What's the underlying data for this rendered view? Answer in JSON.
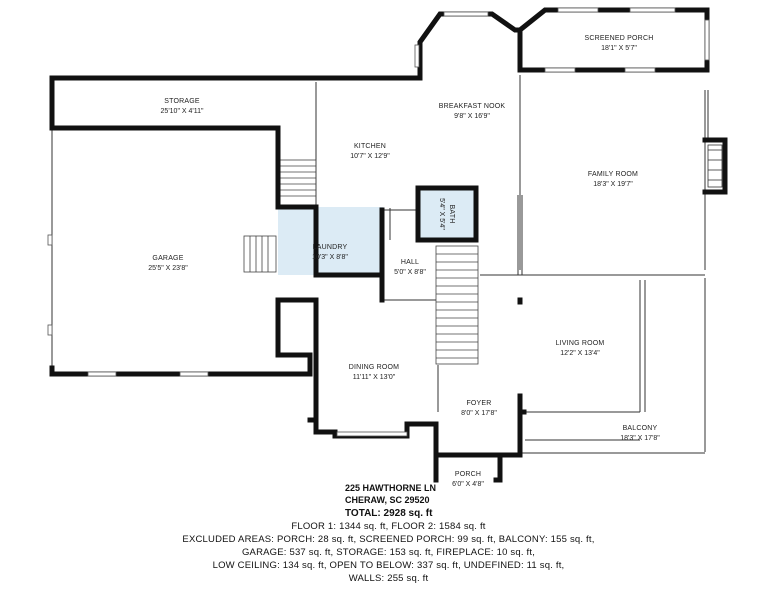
{
  "rooms": {
    "storage": {
      "name": "STORAGE",
      "dim": "25'10\" X 4'11\""
    },
    "garage": {
      "name": "GARAGE",
      "dim": "25'5\" X 23'8\""
    },
    "kitchen": {
      "name": "KITCHEN",
      "dim": "10'7\" X 12'9\""
    },
    "breakfast": {
      "name": "BREAKFAST NOOK",
      "dim": "9'8\" X 16'9\""
    },
    "screened": {
      "name": "SCREENED PORCH",
      "dim": "18'1\" X 5'7\""
    },
    "family": {
      "name": "FAMILY ROOM",
      "dim": "18'3\" X 19'7\""
    },
    "bath": {
      "name": "BATH",
      "dim": "5'4\" X 5'4\""
    },
    "laundry": {
      "name": "LAUNDRY",
      "dim": "10'3\" X 8'8\""
    },
    "hall": {
      "name": "HALL",
      "dim": "5'0\" X 8'8\""
    },
    "living": {
      "name": "LIVING ROOM",
      "dim": "12'2\" X 13'4\""
    },
    "dining": {
      "name": "DINING ROOM",
      "dim": "11'11\" X 13'0\""
    },
    "foyer": {
      "name": "FOYER",
      "dim": "8'0\" X 17'8\""
    },
    "balcony": {
      "name": "BALCONY",
      "dim": "18'3\" X 17'8\""
    },
    "porch": {
      "name": "PORCH",
      "dim": "6'0\" X 4'8\""
    }
  },
  "address": {
    "line1": "225 HAWTHORNE LN",
    "line2": "CHERAW, SC 29520"
  },
  "totals": {
    "total": "TOTAL: 2928 sq. ft",
    "floors": "FLOOR 1: 1344 sq. ft, FLOOR 2: 1584 sq. ft",
    "excluded1": "EXCLUDED AREAS: PORCH: 28 sq. ft, SCREENED PORCH: 99 sq. ft, BALCONY: 155 sq. ft,",
    "excluded2": "GARAGE: 537 sq. ft, STORAGE: 153 sq. ft, FIREPLACE: 10 sq. ft,",
    "excluded3": "LOW CEILING: 134 sq. ft, OPEN TO BELOW: 337 sq. ft, UNDEFINED: 11 sq. ft,",
    "excluded4": "WALLS: 255 sq. ft"
  },
  "colors": {
    "wall": "#111111",
    "laundry_fill": "#dcebf5",
    "bath_fill": "#dcebf5",
    "window": "#ffffff"
  }
}
